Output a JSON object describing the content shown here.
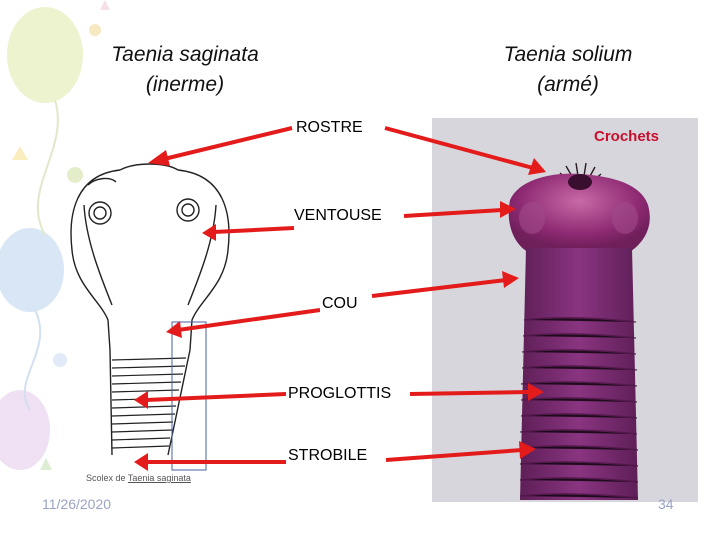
{
  "titles": {
    "left_line1": "Taenia saginata",
    "left_line2": "(inerme)",
    "right_line1": "Taenia solium",
    "right_line2": "(armé)"
  },
  "labels": {
    "rostre": "ROSTRE",
    "crochets": "Crochets",
    "ventouse": "VENTOUSE",
    "cou": "COU",
    "proglottis": "PROGLOTTIS",
    "strobile": "STROBILE"
  },
  "caption": {
    "prefix": "Scolex de",
    "species": "Taenia saginata"
  },
  "footer": {
    "date": "11/26/2020",
    "page": "34"
  },
  "colors": {
    "arrow": "#e31b1b",
    "crochets_text": "#c8102e",
    "specimen": "#8e2a73",
    "footer": "#9aa4c4"
  }
}
